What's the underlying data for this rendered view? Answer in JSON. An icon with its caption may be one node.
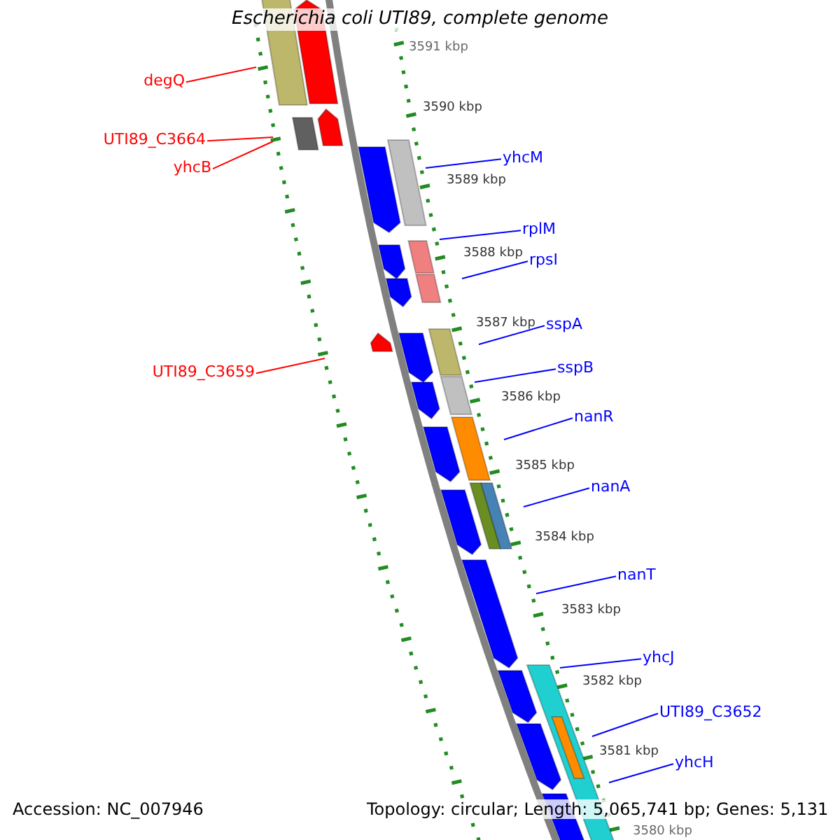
{
  "diagram": {
    "title": "Escherichia coli UTI89, complete genome",
    "nodes": [
      {
        "text": [
          "degQ"
        ]
      },
      {
        "text": [
          "UTI89_C3664"
        ]
      },
      {
        "text": [
          "yhcB"
        ]
      },
      {
        "text": [
          "UTI89_C3659"
        ]
      },
      {
        "text": [
          "yhcM"
        ]
      },
      {
        "text": [
          "rplM"
        ]
      },
      {
        "text": [
          "rpsI"
        ]
      },
      {
        "text": [
          "sspA"
        ]
      },
      {
        "text": [
          "sspB"
        ]
      },
      {
        "text": [
          "nanR"
        ]
      },
      {
        "text": [
          "nanA"
        ]
      },
      {
        "text": [
          "nanT"
        ]
      },
      {
        "text": [
          "yhcJ"
        ]
      },
      {
        "text": [
          "UTI89_C3652"
        ]
      },
      {
        "text": [
          "yhcH"
        ]
      }
    ],
    "edges": [
      {
        "from": 0,
        "to": null,
        "arrow": "none",
        "color": "#ff0000"
      },
      {
        "from": 1,
        "to": null,
        "arrow": "none",
        "color": "#ff0000"
      },
      {
        "from": 2,
        "to": null,
        "arrow": "none",
        "color": "#ff0000"
      },
      {
        "from": 3,
        "to": null,
        "arrow": "none",
        "color": "#ff0000"
      },
      {
        "from": 4,
        "to": null,
        "arrow": "none"
      },
      {
        "from": 5,
        "to": null,
        "arrow": "none"
      },
      {
        "from": 6,
        "to": null,
        "arrow": "none"
      },
      {
        "from": 7,
        "to": null,
        "arrow": "none"
      },
      {
        "from": 8,
        "to": null,
        "arrow": "none"
      },
      {
        "from": 9,
        "to": null,
        "arrow": "none"
      },
      {
        "from": 10,
        "to": null,
        "arrow": "none"
      },
      {
        "from": 11,
        "to": null,
        "arrow": "none"
      },
      {
        "from": 12,
        "to": null,
        "arrow": "none"
      },
      {
        "from": 13,
        "to": null,
        "arrow": "none"
      },
      {
        "from": 14,
        "to": null,
        "arrow": "none"
      }
    ],
    "labels": [
      "3591 kbp",
      "3590 kbp",
      "3589 kbp",
      "3588 kbp",
      "3587 kbp",
      "3586 kbp",
      "3585 kbp",
      "3584 kbp",
      "3583 kbp",
      "3582 kbp",
      "3581 kbp",
      "3580 kbp",
      "Accession: NC_007946",
      "Topology: circular; Length: 5,065,741 bp; Genes: 5,131"
    ]
  }
}
